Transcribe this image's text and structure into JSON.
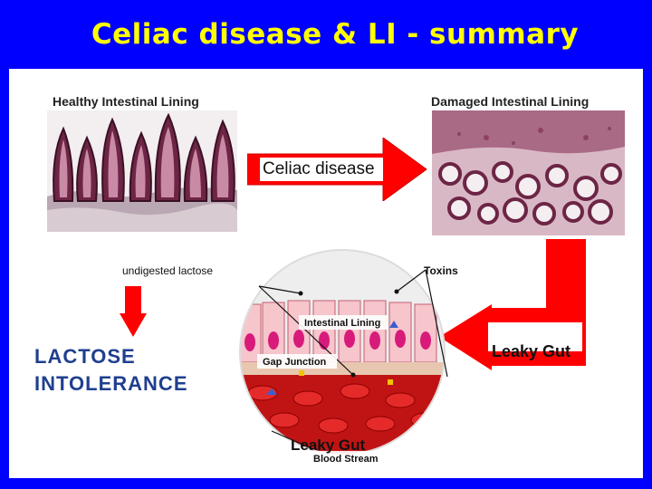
{
  "slide": {
    "title": "Celiac disease & LI - summary"
  },
  "panels": {
    "healthy_label": "Healthy Intestinal Lining",
    "damaged_label": "Damaged Intestinal Lining"
  },
  "arrows": {
    "celiac_label": "Celiac disease",
    "leaky_gut_label": "Leaky Gut"
  },
  "lactose": {
    "undigested_label": "undigested lactose",
    "line1": "LACTOSE",
    "line2": "INTOLERANCE"
  },
  "diagram": {
    "toxins": "Toxins",
    "intestinal_lining": "Intestinal Lining",
    "gap_junction": "Gap Junction",
    "blood_stream": "Blood Stream",
    "caption": "Leaky Gut"
  },
  "colors": {
    "background": "#0000ff",
    "title": "#ffff00",
    "arrow": "#ff0000",
    "lactose_text": "#1f3f8f",
    "histology": "#7a2a4a"
  }
}
